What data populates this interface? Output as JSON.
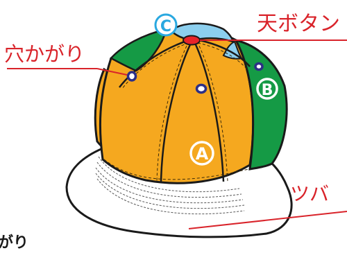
{
  "labels": {
    "ana_kagari": "穴かがり",
    "ten_button": "天ボタン",
    "tsuba": "ツバ"
  },
  "badges": {
    "a": "A",
    "b": "B",
    "c": "C"
  },
  "cut_text": "がり",
  "colors": {
    "panel_orange": "#f5a81f",
    "panel_green": "#159a45",
    "panel_blue": "#8ccfee",
    "button_red": "#e8242a",
    "label_red": "#d9232a",
    "eyelet_navy": "#2c2f86",
    "badge_c_outline": "#29a8e0",
    "visor_white": "#ffffff"
  }
}
